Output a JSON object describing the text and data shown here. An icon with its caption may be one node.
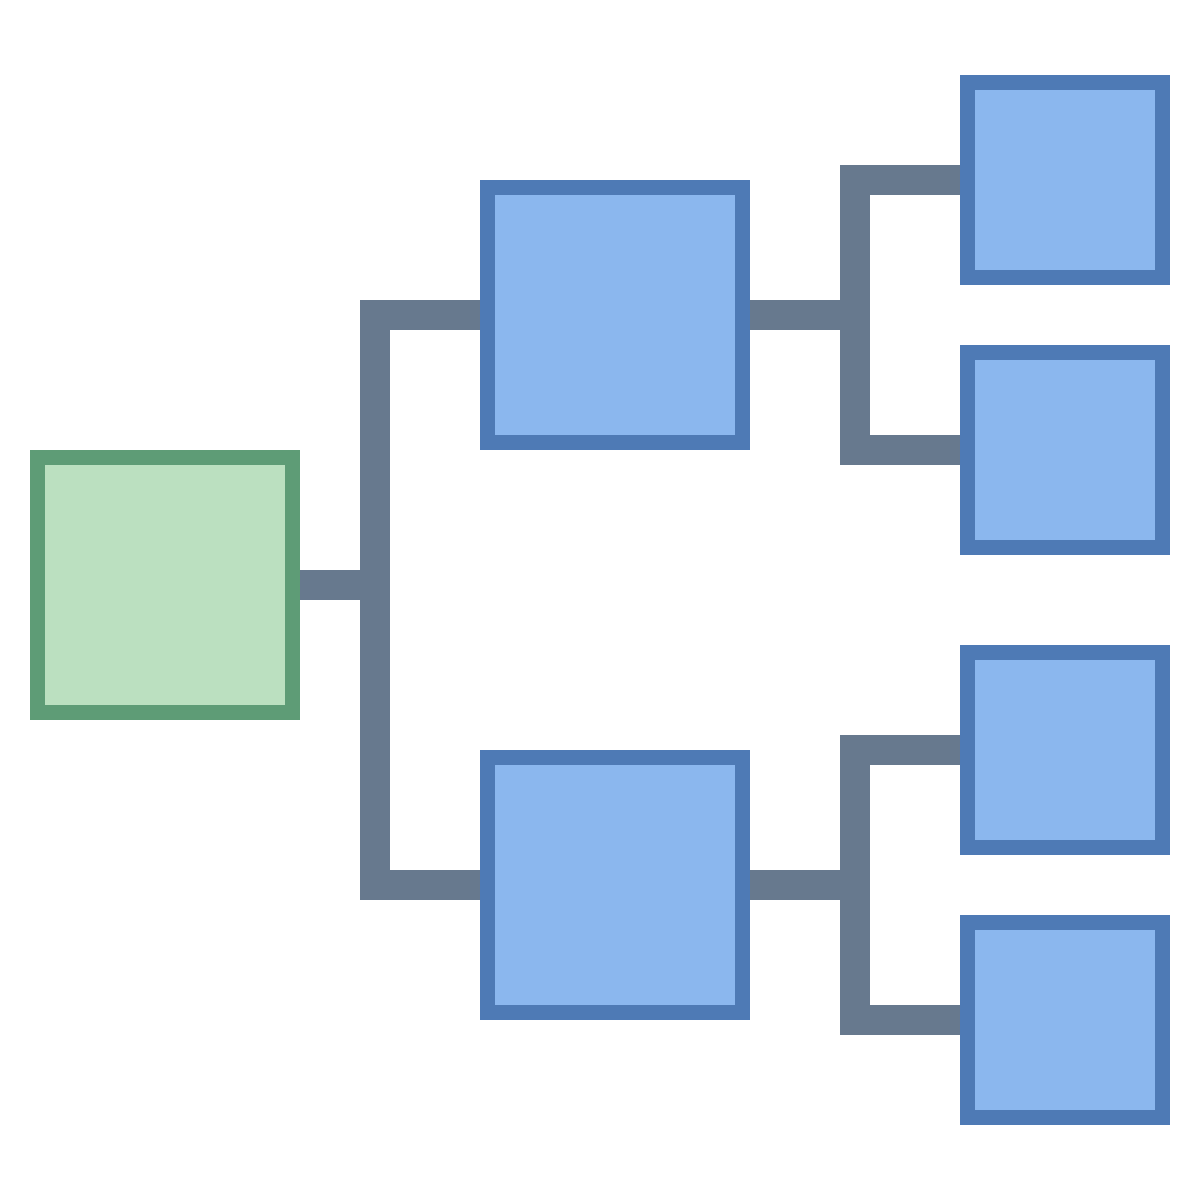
{
  "diagram": {
    "nodes": [
      {
        "text": [],
        "shape": "box"
      },
      {
        "text": [],
        "shape": "box"
      },
      {
        "text": [],
        "shape": "box"
      },
      {
        "text": [],
        "shape": "box"
      },
      {
        "text": [],
        "shape": "box"
      },
      {
        "text": [],
        "shape": "box"
      },
      {
        "text": [],
        "shape": "box"
      }
    ],
    "edges": [
      {
        "from": 0,
        "to": 1,
        "arrow": "none"
      },
      {
        "from": 0,
        "to": 2,
        "arrow": "none"
      },
      {
        "from": 1,
        "to": 3,
        "arrow": "none"
      },
      {
        "from": 1,
        "to": 4,
        "arrow": "none"
      },
      {
        "from": 2,
        "to": 5,
        "arrow": "none"
      },
      {
        "from": 2,
        "to": 6,
        "arrow": "none"
      }
    ]
  }
}
